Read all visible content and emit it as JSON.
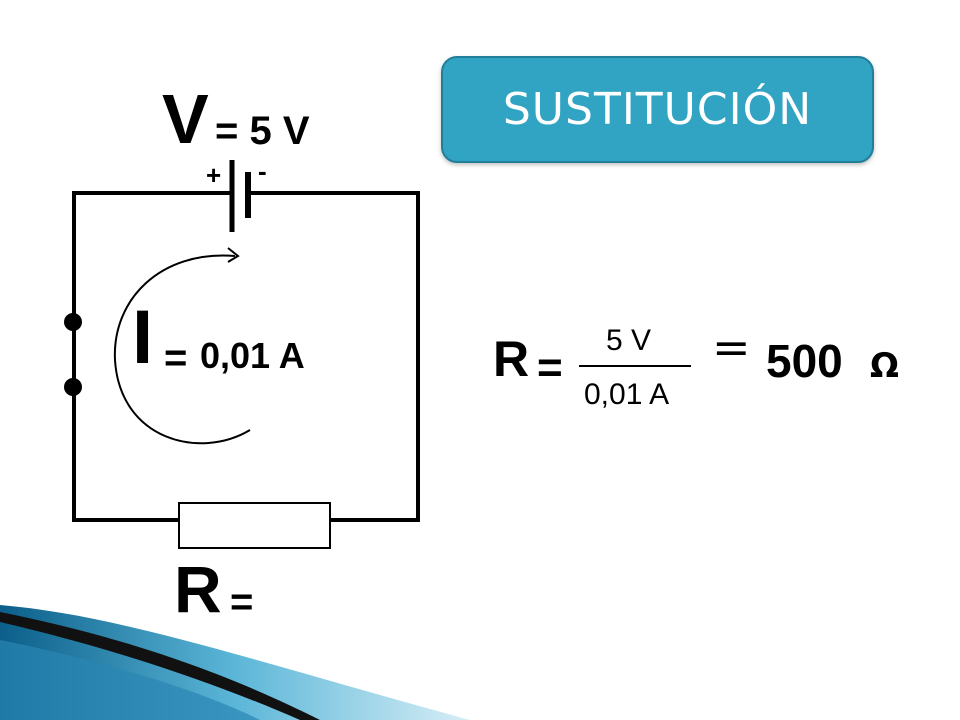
{
  "title": "SUSTITUCIÓN",
  "circuit": {
    "voltage_symbol": "V",
    "voltage_value": "= 5 V",
    "battery_plus": "+",
    "battery_minus": "-",
    "current_symbol": "I",
    "current_equals": "=",
    "current_value": "0,01 A",
    "resistance_symbol": "R",
    "resistance_equals": "="
  },
  "formula": {
    "lhs_symbol": "R",
    "lhs_equals": "=",
    "numerator": "5 V",
    "denominator": "0,01 A",
    "result_equals": "=",
    "result_value": "500",
    "result_unit": "Ω"
  },
  "colors": {
    "title_bg": "#31a3c3",
    "title_text": "#ffffff",
    "wave_dark": "#0b5f8a",
    "wave_light": "#6cc3e4"
  }
}
